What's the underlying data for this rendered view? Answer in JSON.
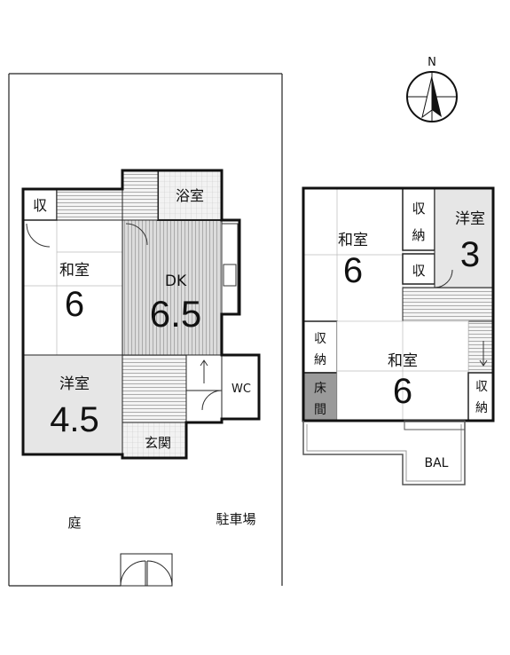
{
  "compass": {
    "north_label": "N"
  },
  "ground_floor": {
    "japanese_room": {
      "name": "和室",
      "size": "6"
    },
    "western_room": {
      "name": "洋室",
      "size": "4.5"
    },
    "dk": {
      "name": "DK",
      "size": "6.5"
    },
    "bath": {
      "name": "浴室"
    },
    "storage": {
      "name": "収"
    },
    "wc": {
      "name": "WC"
    },
    "entrance": {
      "name": "玄関"
    },
    "garden": {
      "name": "庭"
    },
    "parking": {
      "name": "駐車場"
    }
  },
  "upper_floor": {
    "japanese_room_a": {
      "name": "和室",
      "size": "6"
    },
    "japanese_room_b": {
      "name": "和室",
      "size": "6"
    },
    "western_room": {
      "name": "洋室",
      "size": "3"
    },
    "closet_top": {
      "line1": "収",
      "line2": "納"
    },
    "closet_small": {
      "name": "収"
    },
    "closet_left": {
      "line1": "収",
      "line2": "納"
    },
    "closet_right": {
      "line1": "収",
      "line2": "納"
    },
    "tokonoma": {
      "line1": "床",
      "line2": "間"
    },
    "balcony": {
      "name": "BAL"
    }
  }
}
